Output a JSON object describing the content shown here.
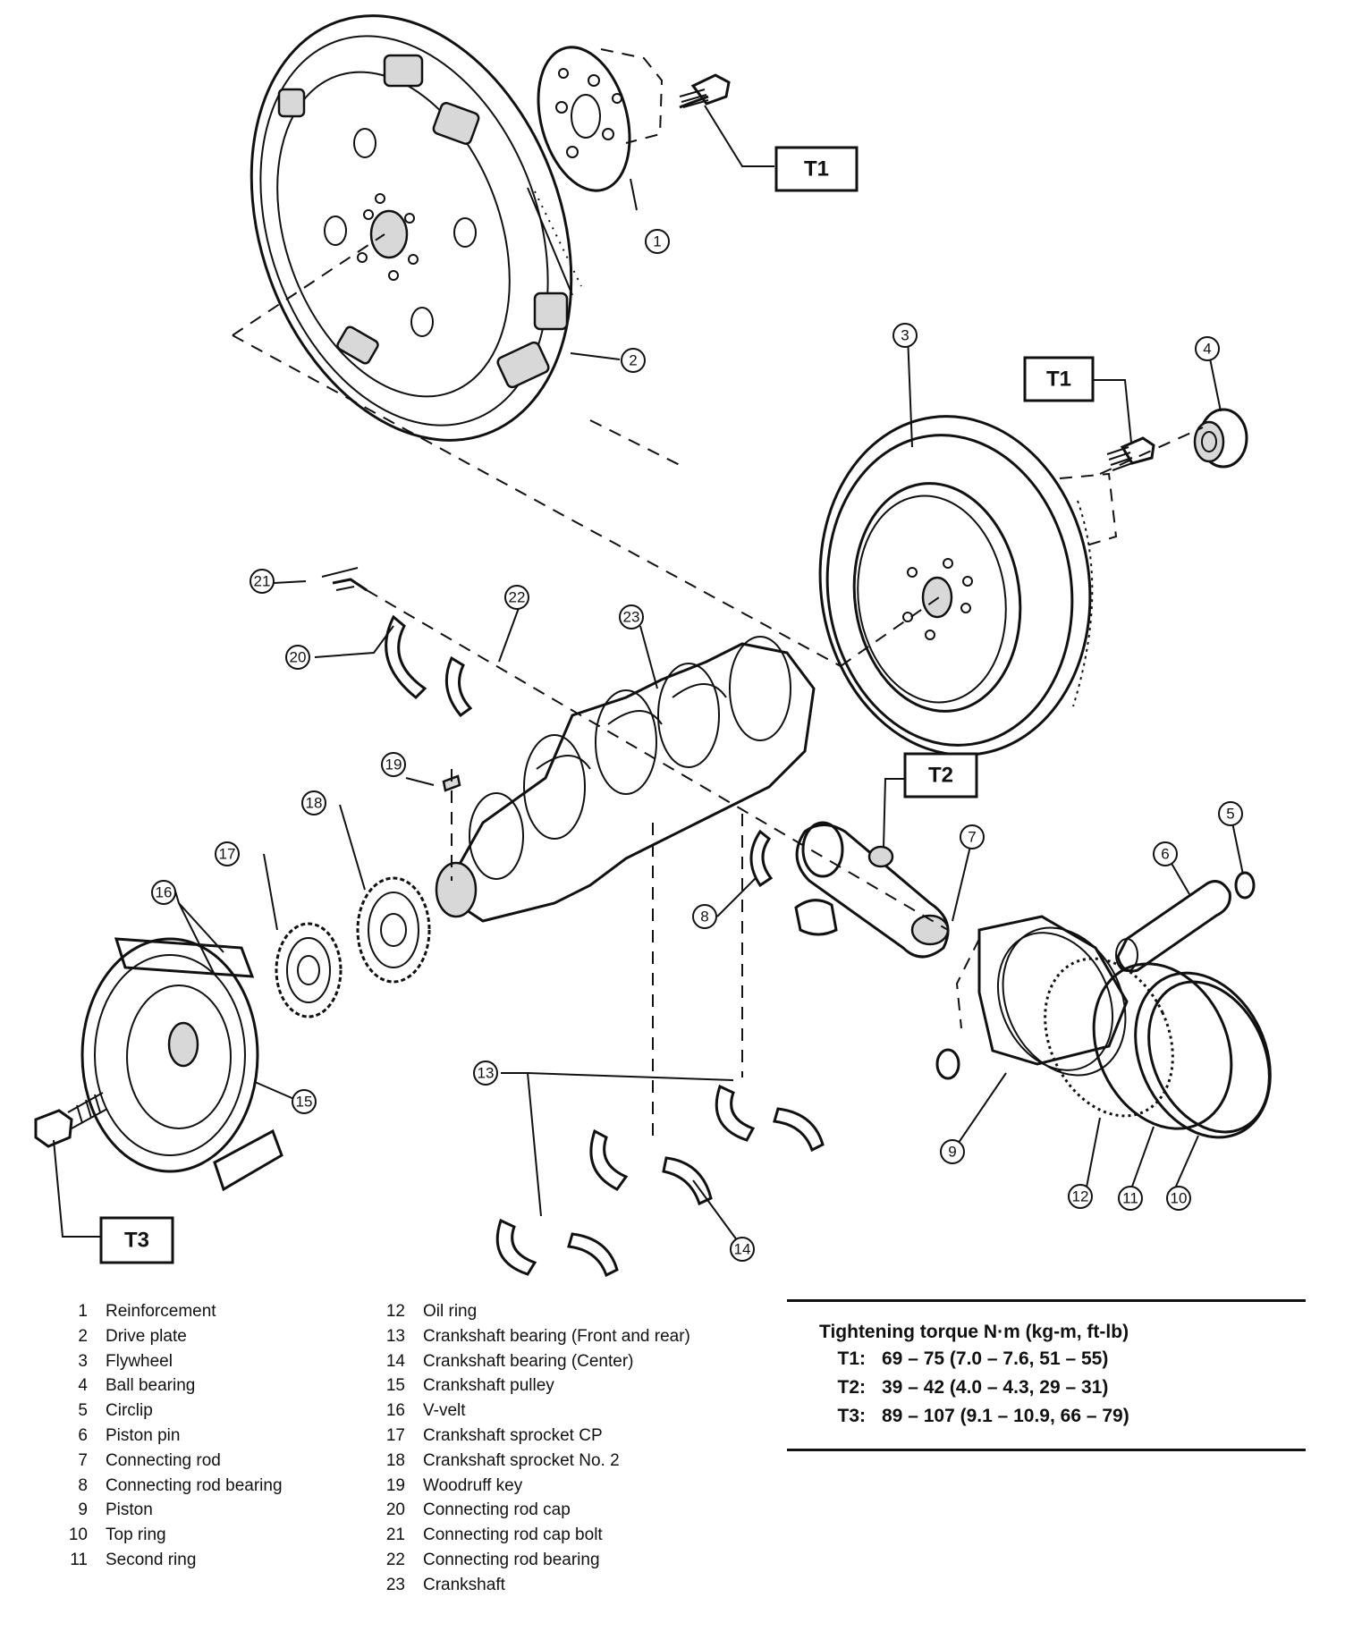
{
  "callouts": [
    "1",
    "2",
    "3",
    "4",
    "5",
    "6",
    "7",
    "8",
    "9",
    "10",
    "11",
    "12",
    "13",
    "14",
    "15",
    "16",
    "17",
    "18",
    "19",
    "20",
    "21",
    "22",
    "23"
  ],
  "torque_boxes": [
    "T1",
    "T1",
    "T2",
    "T3"
  ],
  "legend": [
    {
      "num": "1",
      "label": "Reinforcement"
    },
    {
      "num": "2",
      "label": "Drive plate"
    },
    {
      "num": "3",
      "label": "Flywheel"
    },
    {
      "num": "4",
      "label": "Ball bearing"
    },
    {
      "num": "5",
      "label": "Circlip"
    },
    {
      "num": "6",
      "label": "Piston pin"
    },
    {
      "num": "7",
      "label": "Connecting rod"
    },
    {
      "num": "8",
      "label": "Connecting rod bearing"
    },
    {
      "num": "9",
      "label": "Piston"
    },
    {
      "num": "10",
      "label": "Top ring"
    },
    {
      "num": "11",
      "label": "Second ring"
    },
    {
      "num": "12",
      "label": "Oil ring"
    },
    {
      "num": "13",
      "label": "Crankshaft bearing (Front and rear)"
    },
    {
      "num": "14",
      "label": "Crankshaft bearing (Center)"
    },
    {
      "num": "15",
      "label": "Crankshaft pulley"
    },
    {
      "num": "16",
      "label": "V-velt"
    },
    {
      "num": "17",
      "label": "Crankshaft sprocket CP"
    },
    {
      "num": "18",
      "label": "Crankshaft sprocket No. 2"
    },
    {
      "num": "19",
      "label": "Woodruff key"
    },
    {
      "num": "20",
      "label": "Connecting rod cap"
    },
    {
      "num": "21",
      "label": "Connecting rod cap bolt"
    },
    {
      "num": "22",
      "label": "Connecting rod bearing"
    },
    {
      "num": "23",
      "label": "Crankshaft"
    }
  ],
  "torque_table": {
    "title": "Tightening torque  N·m (kg-m, ft-lb)",
    "rows": [
      {
        "key": "T1:",
        "value": "69 –   75 (7.0 – 7.6, 51 – 55)"
      },
      {
        "key": "T2:",
        "value": "39 –   42 (4.0 – 4.3, 29 – 31)"
      },
      {
        "key": "T3:",
        "value": "89 – 107 (9.1 – 10.9, 66 – 79)"
      }
    ]
  }
}
